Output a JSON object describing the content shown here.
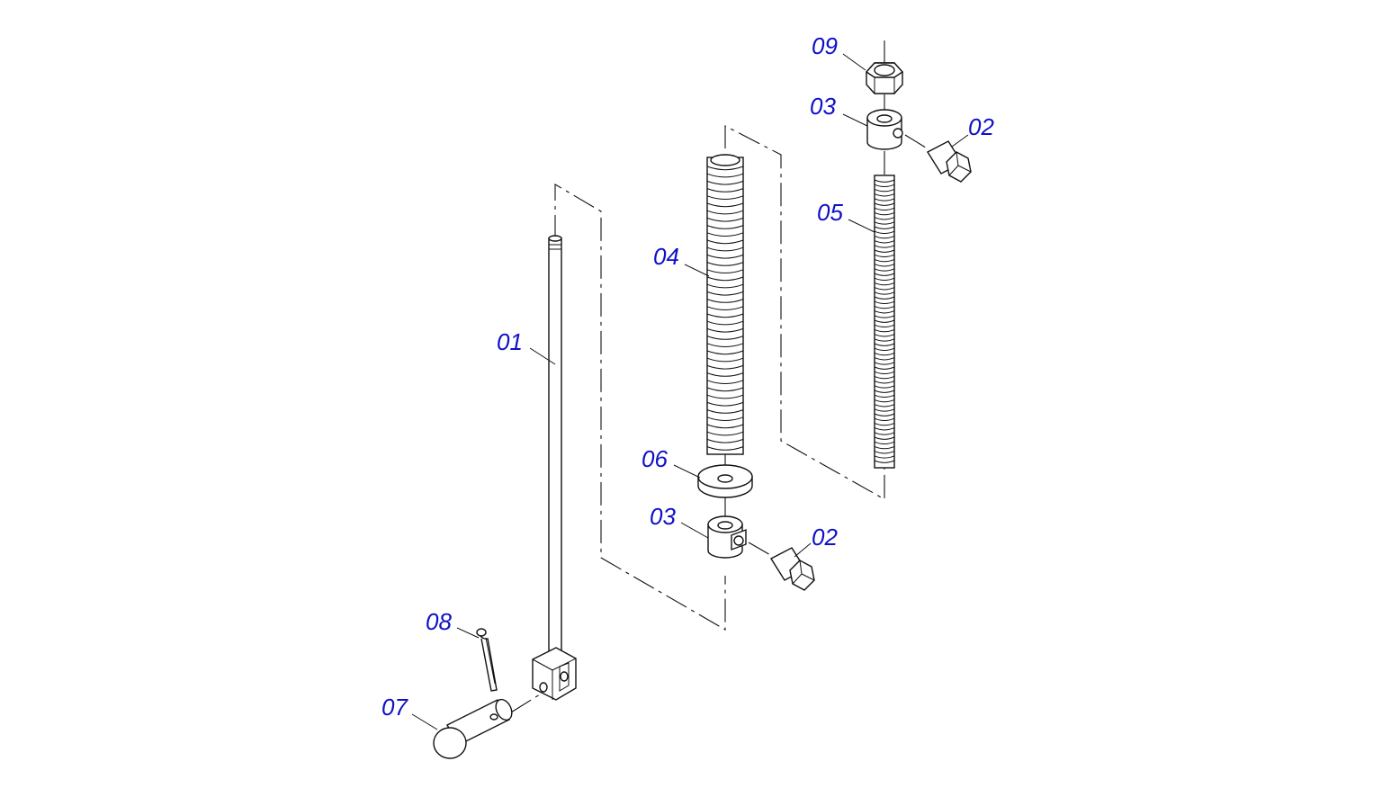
{
  "colors": {
    "callout": "#1010c8",
    "line": "#111111",
    "background": "#ffffff"
  },
  "callouts": [
    {
      "id": "c09",
      "text": "09"
    },
    {
      "id": "c03a",
      "text": "03"
    },
    {
      "id": "c02a",
      "text": "02"
    },
    {
      "id": "c05",
      "text": "05"
    },
    {
      "id": "c04",
      "text": "04"
    },
    {
      "id": "c01",
      "text": "01"
    },
    {
      "id": "c06",
      "text": "06"
    },
    {
      "id": "c03b",
      "text": "03"
    },
    {
      "id": "c02b",
      "text": "02"
    },
    {
      "id": "c08",
      "text": "08"
    },
    {
      "id": "c07",
      "text": "07"
    }
  ]
}
